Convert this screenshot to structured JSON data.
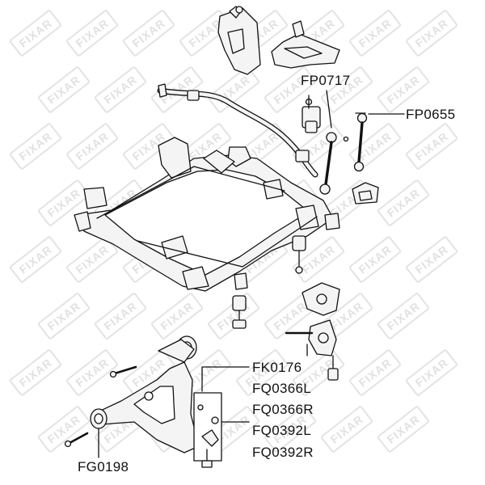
{
  "watermark": {
    "text": "FIXAR"
  },
  "colors": {
    "line": "#111111",
    "part_fill": "#f4f4f4",
    "watermark": "#e1e1e1"
  },
  "parts": [
    {
      "id": "fp0717",
      "code": "FP0717"
    },
    {
      "id": "fp0655",
      "code": "FP0655"
    },
    {
      "id": "fk0176",
      "code": "FK0176"
    },
    {
      "id": "fq0366l",
      "code": "FQ0366L"
    },
    {
      "id": "fq0366r",
      "code": "FQ0366R"
    },
    {
      "id": "fq0392l",
      "code": "FQ0392L"
    },
    {
      "id": "fq0392r",
      "code": "FQ0392R"
    },
    {
      "id": "fg0198",
      "code": "FG0198"
    }
  ]
}
